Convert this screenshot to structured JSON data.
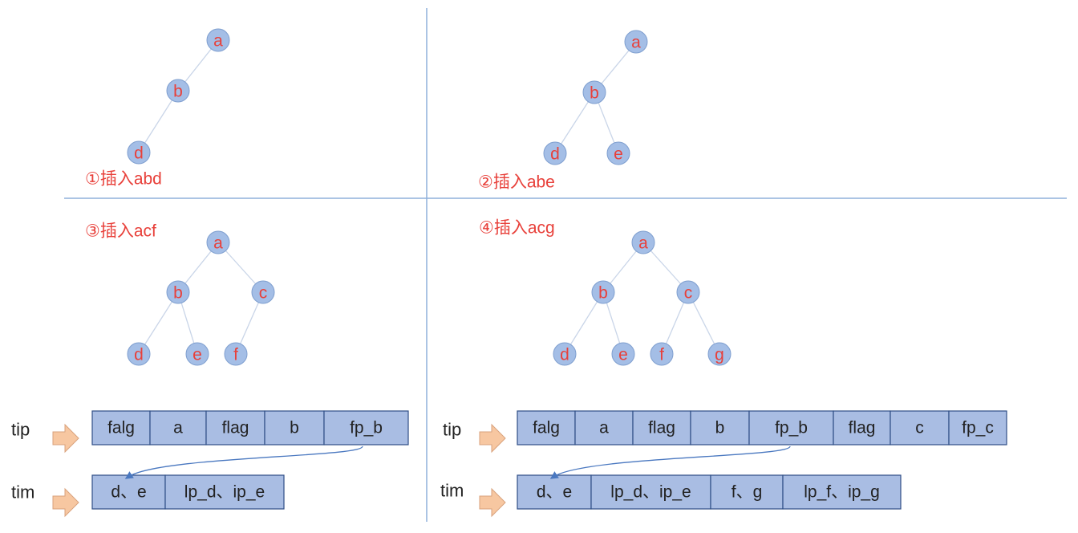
{
  "colors": {
    "node_fill": "#a4bee6",
    "node_stroke": "#7f9fcf",
    "label": "#e8403a",
    "edge": "#c9d5e8",
    "divider": "#8fb0dc",
    "cell_fill": "#a9bde3",
    "cell_stroke": "#2f4e86",
    "arrow_fill": "#f7c7a1",
    "arrow_stroke": "#d9a27c",
    "pointer": "#4a78c0",
    "text": "#222222"
  },
  "panels": [
    {
      "caption": "①插入abd",
      "nodes": [
        {
          "id": "a",
          "label": "a"
        },
        {
          "id": "b",
          "label": "b"
        },
        {
          "id": "d",
          "label": "d"
        }
      ],
      "edges": [
        [
          "a",
          "b"
        ],
        [
          "b",
          "d"
        ]
      ]
    },
    {
      "caption": "②插入abe",
      "nodes": [
        {
          "id": "a",
          "label": "a"
        },
        {
          "id": "b",
          "label": "b"
        },
        {
          "id": "d",
          "label": "d"
        },
        {
          "id": "e",
          "label": "e"
        }
      ],
      "edges": [
        [
          "a",
          "b"
        ],
        [
          "b",
          "d"
        ],
        [
          "b",
          "e"
        ]
      ]
    },
    {
      "caption": "③插入acf",
      "nodes": [
        {
          "id": "a",
          "label": "a"
        },
        {
          "id": "b",
          "label": "b"
        },
        {
          "id": "c",
          "label": "c"
        },
        {
          "id": "d",
          "label": "d"
        },
        {
          "id": "e",
          "label": "e"
        },
        {
          "id": "f",
          "label": "f"
        }
      ],
      "edges": [
        [
          "a",
          "b"
        ],
        [
          "a",
          "c"
        ],
        [
          "b",
          "d"
        ],
        [
          "b",
          "e"
        ],
        [
          "c",
          "f"
        ]
      ]
    },
    {
      "caption": "④插入acg",
      "nodes": [
        {
          "id": "a",
          "label": "a"
        },
        {
          "id": "b",
          "label": "b"
        },
        {
          "id": "c",
          "label": "c"
        },
        {
          "id": "d",
          "label": "d"
        },
        {
          "id": "e",
          "label": "e"
        },
        {
          "id": "f",
          "label": "f"
        },
        {
          "id": "g",
          "label": "g"
        }
      ],
      "edges": [
        [
          "a",
          "b"
        ],
        [
          "a",
          "c"
        ],
        [
          "b",
          "d"
        ],
        [
          "b",
          "e"
        ],
        [
          "c",
          "f"
        ],
        [
          "c",
          "g"
        ]
      ]
    }
  ],
  "tables": [
    {
      "tip_label": "tip",
      "tim_label": "tim",
      "tip_cells": [
        "falg",
        "a",
        "flag",
        "b",
        "fp_b"
      ],
      "tim_cells": [
        "d、e",
        "lp_d、ip_e"
      ]
    },
    {
      "tip_label": "tip",
      "tim_label": "tim",
      "tip_cells": [
        "falg",
        "a",
        "flag",
        "b",
        "fp_b",
        "flag",
        "c",
        "fp_c"
      ],
      "tim_cells": [
        "d、e",
        "lp_d、ip_e",
        "f、g",
        "lp_f、ip_g"
      ]
    }
  ]
}
